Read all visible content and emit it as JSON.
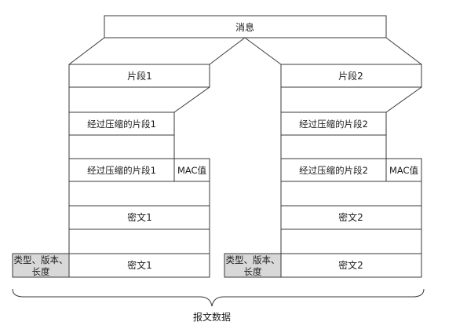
{
  "diagram": {
    "message": "消息",
    "left": {
      "fragment": "片段1",
      "compressed": "经过压缩的片段1",
      "compressed_with_mac": "经过压缩的片段1",
      "mac": "MAC值",
      "ciphertext": "密文1",
      "header_line1": "类型、版本、",
      "header_line2": "长度",
      "record_ciphertext": "密文1"
    },
    "right": {
      "fragment": "片段2",
      "compressed": "经过压缩的片段2",
      "compressed_with_mac": "经过压缩的片段2",
      "mac": "MAC值",
      "ciphertext": "密文2",
      "header_line1": "类型、版本、",
      "header_line2": "长度",
      "record_ciphertext": "密文2"
    },
    "bottom_label": "报文数据"
  }
}
